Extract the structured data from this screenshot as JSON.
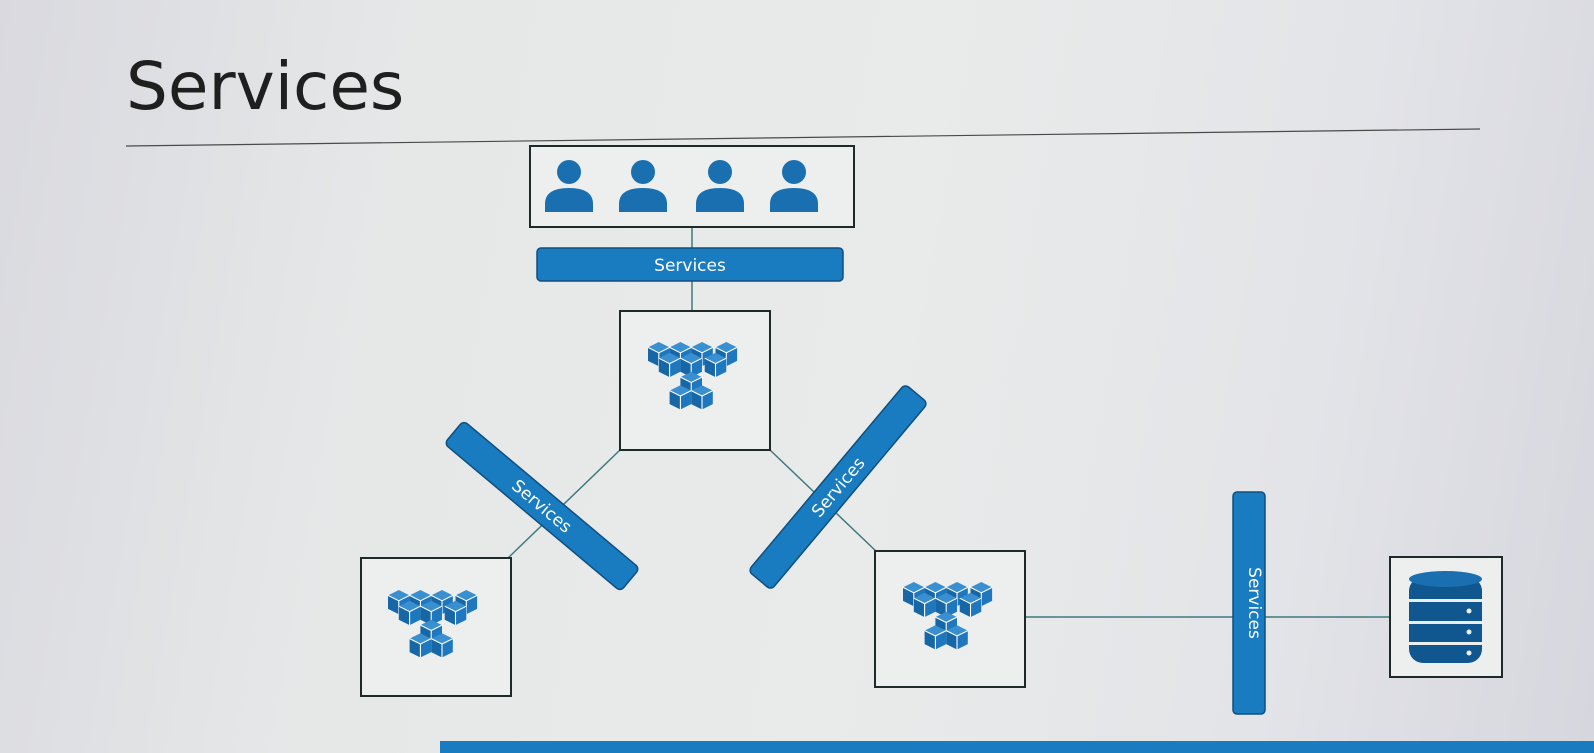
{
  "slide": {
    "title": "Services"
  },
  "diagram": {
    "service_bars": [
      {
        "id": "top",
        "label": "Services"
      },
      {
        "id": "left",
        "label": "Services"
      },
      {
        "id": "right",
        "label": "Services"
      },
      {
        "id": "db",
        "label": "Services"
      }
    ],
    "icons": {
      "users": "user-icon",
      "microservices": "boxes-icon",
      "database": "database-icon"
    },
    "colors": {
      "accent": "#1a7cc0",
      "box_border": "#1e2a2a",
      "connector": "#3d7a80"
    }
  }
}
